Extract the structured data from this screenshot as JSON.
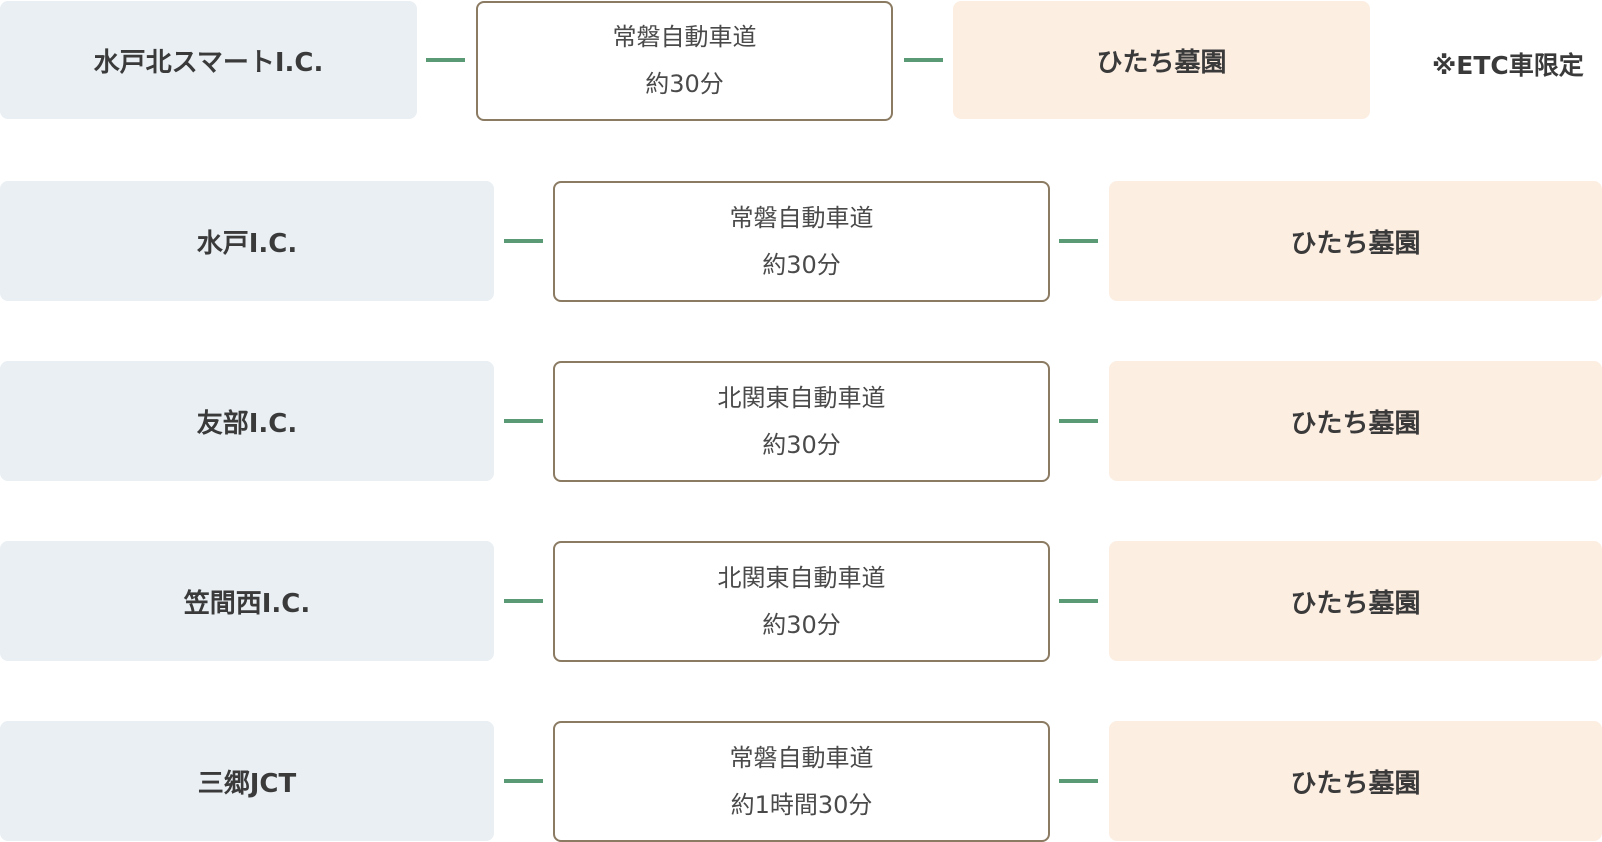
{
  "colors": {
    "origin_bg": "#e9eff3",
    "destination_bg": "#fdeee2",
    "route_border": "#8b7b63",
    "connector": "#5a9a74",
    "text": "#3a3a3a"
  },
  "note": "※ETC車限定",
  "routes": [
    {
      "origin": "水戸北スマートI.C.",
      "road": "常磐自動車道",
      "time": "約30分",
      "destination": "ひたち墓園"
    },
    {
      "origin": "水戸I.C.",
      "road": "常磐自動車道",
      "time": "約30分",
      "destination": "ひたち墓園"
    },
    {
      "origin": "友部I.C.",
      "road": "北関東自動車道",
      "time": "約30分",
      "destination": "ひたち墓園"
    },
    {
      "origin": "笠間西I.C.",
      "road": "北関東自動車道",
      "time": "約30分",
      "destination": "ひたち墓園"
    },
    {
      "origin": "三郷JCT",
      "road": "常磐自動車道",
      "time": "約1時間30分",
      "destination": "ひたち墓園"
    }
  ]
}
